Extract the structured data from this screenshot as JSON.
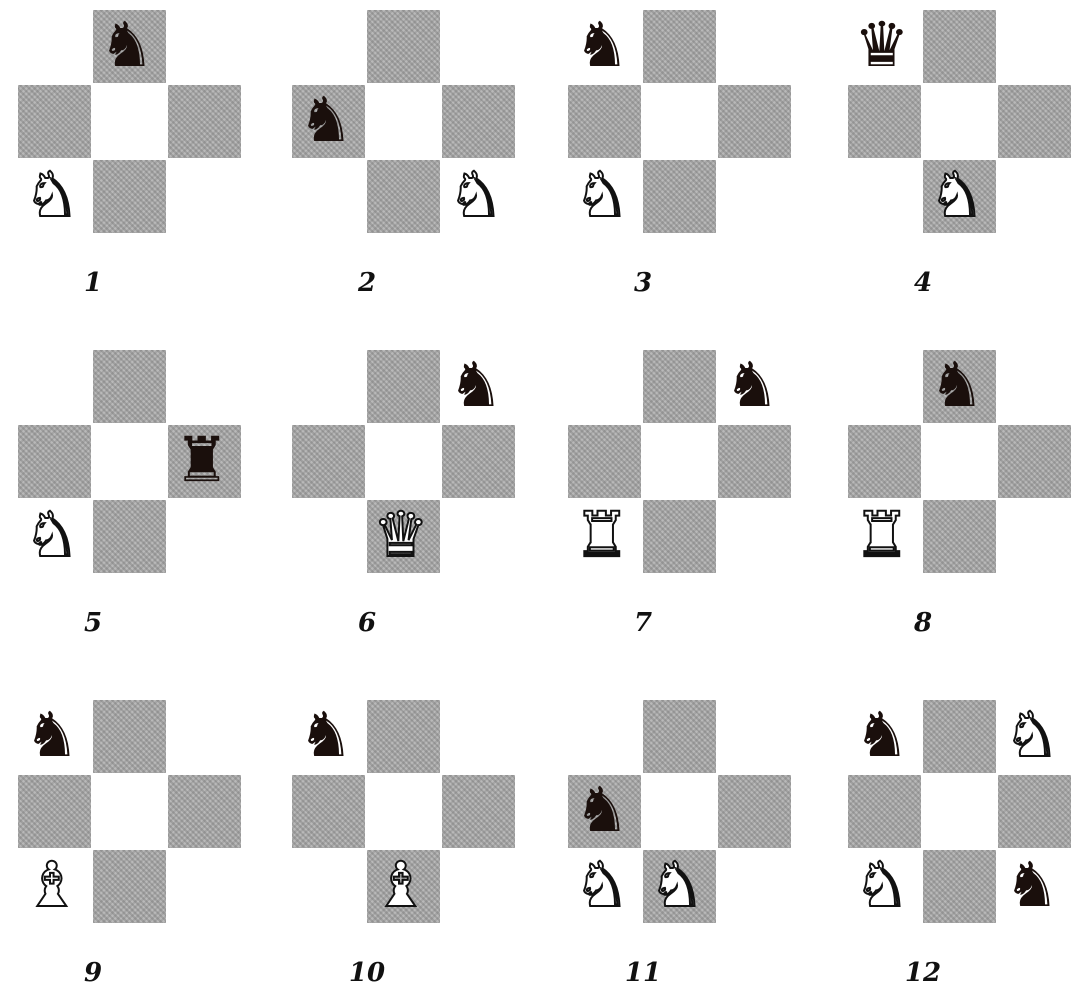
{
  "figure": "Chess knight puzzle diagrams",
  "pieces_legend": {
    "n": "black-knight",
    "N": "white-knight",
    "q": "black-queen",
    "Q": "white-queen",
    "r": "black-rook",
    "R": "white-rook",
    "B": "white-bishop"
  },
  "colors": {
    "dark_square": "#b9b9b9",
    "light_square": "#ffffff",
    "ink": "#111111"
  },
  "puzzles": [
    {
      "label": "1",
      "cells": {
        "c1": "n",
        "r3c0": "N"
      }
    },
    {
      "label": "2",
      "cells": {
        "r1c0": "n",
        "r3c2": "N"
      }
    },
    {
      "label": "3",
      "cells": {
        "r0c0": "n",
        "r3c0": "N"
      }
    },
    {
      "label": "4",
      "cells": {
        "r0c0": "q",
        "c4": "N"
      }
    },
    {
      "label": "5",
      "cells": {
        "r1c2": "r",
        "r3c0": "N"
      }
    },
    {
      "label": "6",
      "cells": {
        "r0c2": "n",
        "c4": "Q"
      }
    },
    {
      "label": "7",
      "cells": {
        "r0c2": "n",
        "r3c0": "R"
      }
    },
    {
      "label": "8",
      "cells": {
        "c1": "n",
        "r3c0": "R"
      }
    },
    {
      "label": "9",
      "cells": {
        "r0c0": "n",
        "r3c0": "B"
      }
    },
    {
      "label": "10",
      "cells": {
        "r0c0": "n",
        "c4": "B"
      }
    },
    {
      "label": "11",
      "cells": {
        "r1c0": "n",
        "r3c0": "N",
        "c4": "N"
      }
    },
    {
      "label": "12",
      "cells": {
        "r0c0": "n",
        "r0c2": "N",
        "r3c0": "N",
        "r3c2": "n"
      }
    }
  ]
}
